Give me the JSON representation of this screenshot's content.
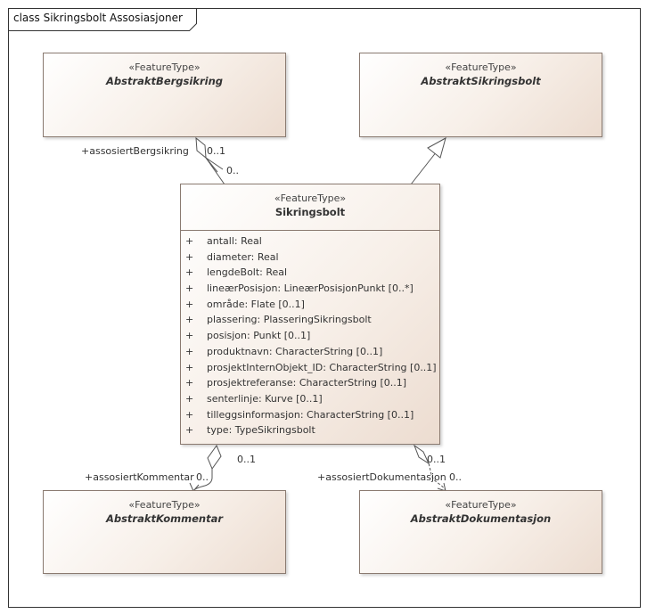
{
  "diagram": {
    "title": "class Sikringsbolt Assosiasjoner"
  },
  "classes": {
    "abstrakt_bergsikring": {
      "stereotype": "«FeatureType»",
      "name": "AbstraktBergsikring",
      "abstract": true
    },
    "abstrakt_sikringsbolt": {
      "stereotype": "«FeatureType»",
      "name": "AbstraktSikringsbolt",
      "abstract": true
    },
    "sikringsbolt": {
      "stereotype": "«FeatureType»",
      "name": "Sikringsbolt",
      "abstract": false,
      "attributes": [
        {
          "vis": "+",
          "text": "antall: Real"
        },
        {
          "vis": "+",
          "text": "diameter: Real"
        },
        {
          "vis": "+",
          "text": "lengdeBolt: Real"
        },
        {
          "vis": "+",
          "text": "lineærPosisjon: LineærPosisjonPunkt [0..*]"
        },
        {
          "vis": "+",
          "text": "område: Flate [0..1]"
        },
        {
          "vis": "+",
          "text": "plassering: PlasseringSikringsbolt"
        },
        {
          "vis": "+",
          "text": "posisjon: Punkt [0..1]"
        },
        {
          "vis": "+",
          "text": "produktnavn: CharacterString [0..1]"
        },
        {
          "vis": "+",
          "text": "prosjektInternObjekt_ID: CharacterString [0..1]"
        },
        {
          "vis": "+",
          "text": "prosjektreferanse: CharacterString [0..1]"
        },
        {
          "vis": "+",
          "text": "senterlinje: Kurve [0..1]"
        },
        {
          "vis": "+",
          "text": "tilleggsinformasjon: CharacterString [0..1]"
        },
        {
          "vis": "+",
          "text": "type: TypeSikringsbolt"
        }
      ]
    },
    "abstrakt_kommentar": {
      "stereotype": "«FeatureType»",
      "name": "AbstraktKommentar",
      "abstract": true
    },
    "abstrakt_dokumentasjon": {
      "stereotype": "«FeatureType»",
      "name": "AbstraktDokumentasjon",
      "abstract": true
    }
  },
  "associations": {
    "bergsikring": {
      "role": "+assosiertBergsikring",
      "target_mult": "0..1",
      "source_mult": "0.."
    },
    "kommentar": {
      "role": "+assosiertKommentar",
      "target_mult": "0..",
      "source_mult": "0..1"
    },
    "dokumentasjon": {
      "role": "+assosiertDokumentasjon",
      "target_mult": "0..",
      "source_mult": "0..1"
    }
  },
  "colors": {
    "line": "#555555",
    "border": "#8a7a70",
    "fill_light": "#ffffff",
    "fill_dark": "#ecdcd0"
  }
}
